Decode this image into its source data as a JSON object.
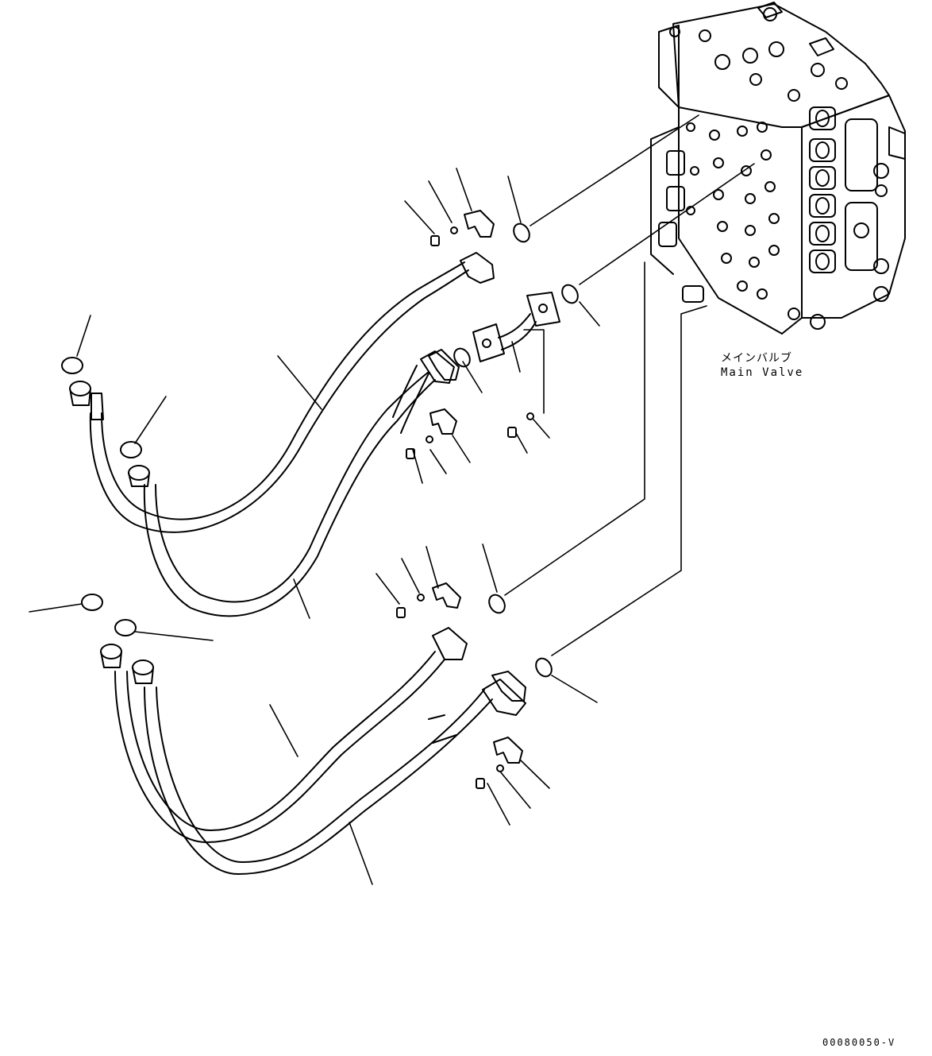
{
  "labels": {
    "main_valve_ja": "メインバルブ",
    "main_valve_en": "Main Valve",
    "drawing_number": "00080050-V"
  }
}
